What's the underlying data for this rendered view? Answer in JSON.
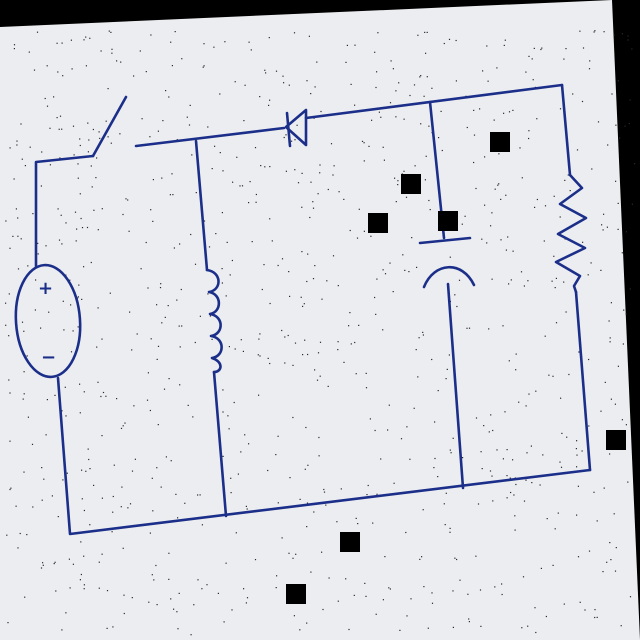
{
  "diagram": {
    "type": "hand-drawn circuit schematic",
    "colors": {
      "ink": "#1b2f8a",
      "paper": "#ecedf0",
      "background": "#000000",
      "speckle": "#2a2a2a"
    },
    "source": {
      "kind": "dc-voltage-source",
      "plus_label": "+",
      "minus_label": "−"
    },
    "components": [
      {
        "kind": "switch",
        "state": "open"
      },
      {
        "kind": "diode",
        "direction": "right-to-left"
      },
      {
        "kind": "inductor"
      },
      {
        "kind": "capacitor",
        "style": "polarized"
      },
      {
        "kind": "resistor"
      }
    ]
  }
}
